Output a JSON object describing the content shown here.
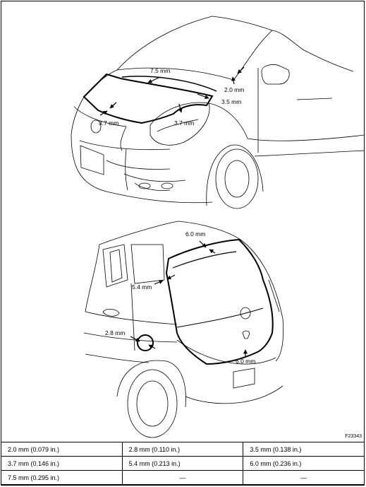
{
  "figure_id": "F23343",
  "callouts": {
    "front": {
      "hood_top": "7.5 mm",
      "a_pillar": "2.0 mm",
      "hood_right": "3.5 mm",
      "hood_left": "3.7 mm",
      "hood_center": "3.7 mm"
    },
    "rear": {
      "hatch_top": "6.0 mm",
      "hatch_side": "5.4 mm",
      "fuel_lid": "2.8 mm",
      "hatch_bottom": "6.0 mm"
    }
  },
  "table": {
    "rows": [
      [
        "2.0 mm (0.079 in.)",
        "2.8 mm (0.110 in.)",
        "3.5 mm (0.138 in.)"
      ],
      [
        "3.7 mm (0.146 in.)",
        "5.4 mm (0.213 in.)",
        "6.0 mm (0.236 in.)"
      ],
      [
        "7.5 mm (0.295 in.)",
        "—",
        "—"
      ]
    ]
  }
}
